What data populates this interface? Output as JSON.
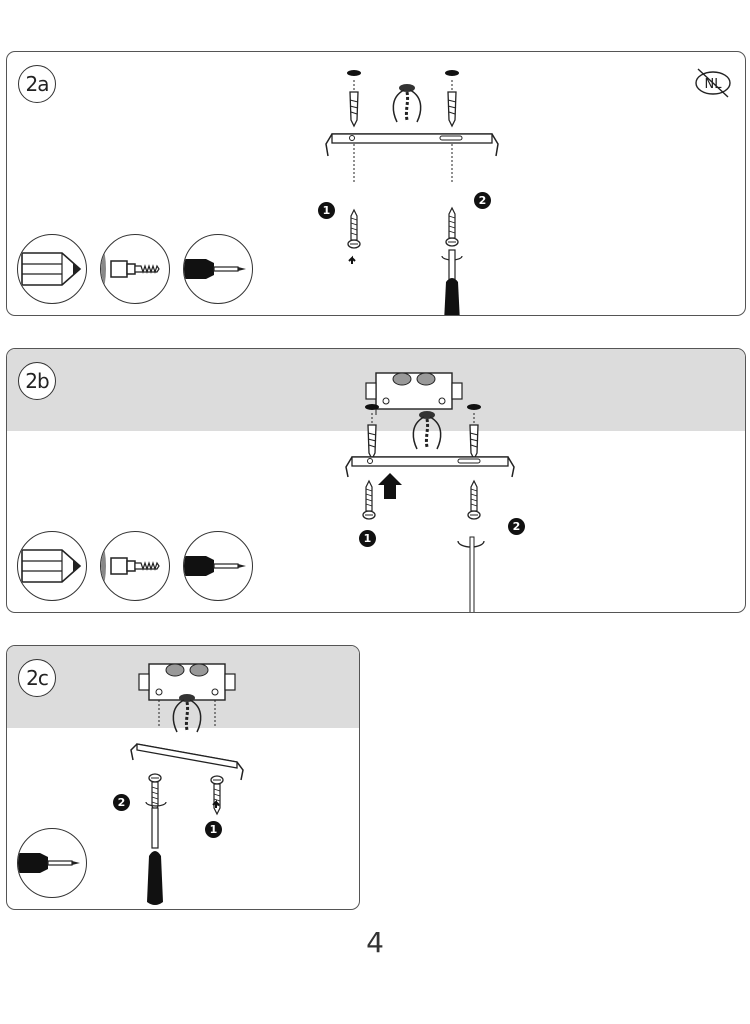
{
  "panels": [
    {
      "label": "2a",
      "callouts": [
        "1",
        "2"
      ],
      "badge": "NL"
    },
    {
      "label": "2b",
      "callouts": [
        "1",
        "2"
      ]
    },
    {
      "label": "2c",
      "callouts": [
        "2",
        "1"
      ]
    }
  ],
  "tools": [
    "pencil-icon",
    "drill-icon",
    "screwdriver-icon"
  ],
  "page_number": "4"
}
